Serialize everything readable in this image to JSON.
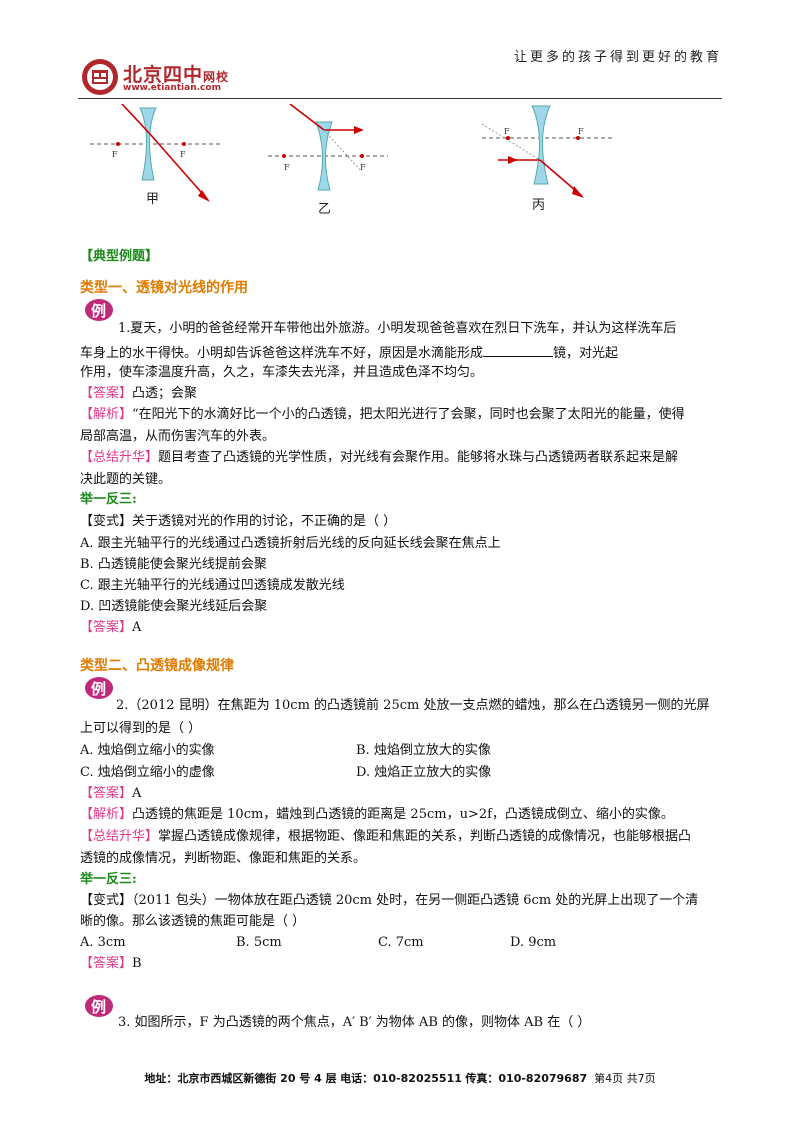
{
  "header": {
    "slogan": "让更多的孩子得到更好的教育",
    "logo_name": "北京四中",
    "logo_sub": "网校",
    "logo_url": "www.etiantian.com"
  },
  "figures": {
    "f_label": "F",
    "captions": [
      "甲",
      "乙",
      "丙"
    ]
  },
  "section_typical": "【典型例题】",
  "type1": {
    "title": "类型一、透镜对光线的作用",
    "badge": "例",
    "q1_line1": "1.夏天，小明的爸爸经常开车带他出外旅游。小明发现爸爸喜欢在烈日下洗车，并认为这样洗车后",
    "q1_line2a": "车身上的水干得快。小明却告诉爸爸这样洗车不好，原因是水滴能形成",
    "q1_line2b": "镜，对光起",
    "q1_line3": "作用，使车漆温度升高，久之，车漆失去光泽，并且造成色泽不均匀。",
    "ans_tag": "【答案】",
    "ans": "凸透；会聚",
    "jx_tag": "【解析】",
    "jx_line1": "“在阳光下的水滴好比一个小的凸透镜，把太阳光进行了会聚，同时也会聚了太阳光的能量，使得",
    "jx_line2": "局部高温，从而伤害汽车的外表。",
    "zj_tag": "【总结升华】",
    "zj_line1": "题目考查了凸透镜的光学性质，对光线有会聚作用。能够将水珠与凸透镜两者联系起来是解",
    "zj_line2": "决此题的关键。",
    "jyfs": "举一反三:",
    "bs_line": "【变式】关于透镜对光的作用的讨论，不正确的是（      ）",
    "opts": [
      "A. 跟主光轴平行的光线通过凸透镜折射后光线的反向延长线会聚在焦点上",
      "B. 凸透镜能使会聚光线提前会聚",
      "C. 跟主光轴平行的光线通过凹透镜成发散光线",
      "D. 凹透镜能使会聚光线延后会聚"
    ],
    "bs_ans": "A"
  },
  "type2": {
    "title": "类型二、凸透镜成像规律",
    "badge": "例",
    "q2_line1": "2.（2012 昆明）在焦距为 10cm 的凸透镜前 25cm 处放一支点燃的蜡烛，那么在凸透镜另一侧的光屏",
    "q2_line2": "上可以得到的是（      ）",
    "opts": [
      "A. 烛焰倒立缩小的实像",
      "B. 烛焰倒立放大的实像",
      "C. 烛焰倒立缩小的虚像",
      "D. 烛焰正立放大的实像"
    ],
    "ans": "A",
    "jx_line1": "凸透镜的焦距是 10cm，蜡烛到凸透镜的距离是 25cm，u>2f，凸透镜成倒立、缩小的实像。",
    "zj_line1": "掌握凸透镜成像规律，根据物距、像距和焦距的关系，判断凸透镜的成像情况，也能够根据凸",
    "zj_line2": "透镜的成像情况，判断物距、像距和焦距的关系。",
    "jyfs": "举一反三:",
    "bs_line1": "【变式】（2011 包头）一物体放在距凸透镜 20cm 处时，在另一侧距凸透镜 6cm 处的光屏上出现了一个清",
    "bs_line2": "晰的像。那么该透镜的焦距可能是（      ）",
    "bs_opts": [
      "A. 3cm",
      "B. 5cm",
      "C. 7cm",
      "D. 9cm"
    ],
    "bs_ans": "B"
  },
  "type3": {
    "badge": "例",
    "q3_line1": "3. 如图所示，F 为凸透镜的两个焦点，A′ B′ 为物体 AB 的像，则物体 AB 在（      ）"
  },
  "footer": {
    "addr_label": "地址：",
    "addr": "北京市西城区新德街 20 号 4 层",
    "tel_label": "电话：",
    "tel": "010-82025511",
    "fax_label": "传真：",
    "fax": "010-82079687",
    "page": "第4页",
    "total": "共7页"
  }
}
